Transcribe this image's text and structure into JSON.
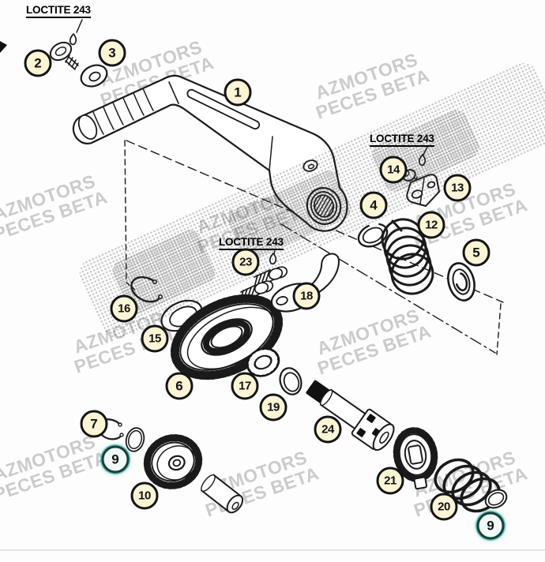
{
  "loctite_label": "LOCTITE 243",
  "watermark": {
    "line1": "AZMOTORS",
    "line2": "PECES BETA"
  },
  "badges": {
    "b1": "1",
    "b2": "2",
    "b3": "3",
    "b4": "4",
    "b5": "5",
    "b6": "6",
    "b7": "7",
    "b9": "9",
    "b10": "10",
    "b12": "12",
    "b13": "13",
    "b14": "14",
    "b15": "15",
    "b16": "16",
    "b17": "17",
    "b18": "18",
    "b19": "19",
    "b20": "20",
    "b21": "21",
    "b23": "23",
    "b24": "24"
  },
  "selected_part": "9",
  "colors": {
    "badge_fill": "#fbf5d6",
    "badge_border": "#141414",
    "highlight_teal": "#2fa99b",
    "watermark_gray": "#c7c7c7",
    "ink": "#1a1a1a",
    "paper": "#fdfdfd"
  }
}
